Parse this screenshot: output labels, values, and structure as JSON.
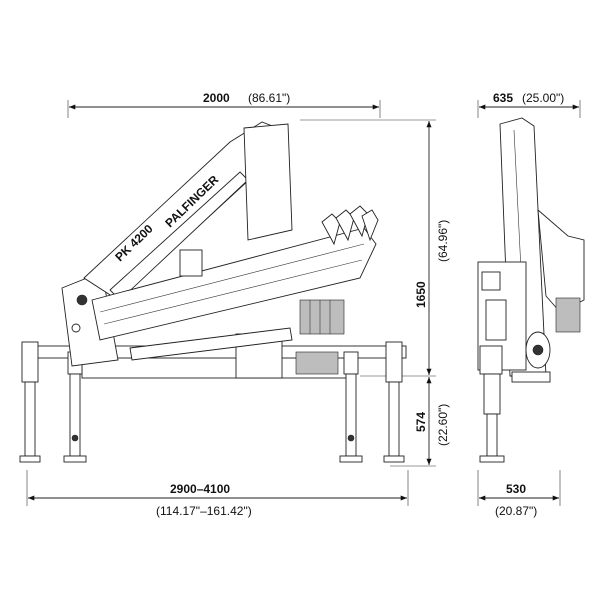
{
  "dimensions": {
    "boom_reach": {
      "value": "2000",
      "imperial": "(86.61\")"
    },
    "side_top_width": {
      "value": "635",
      "imperial": "(25.00\")"
    },
    "height_upper": {
      "value": "1650",
      "imperial": "(64.96\")"
    },
    "height_lower": {
      "value": "574",
      "imperial": "(22.60\")"
    },
    "outrigger_span": {
      "value": "2900–4100",
      "imperial": "(114.17\"–161.42\")"
    },
    "side_base_width": {
      "value": "530",
      "imperial": "(20.87\")"
    }
  },
  "labels": {
    "model": "PK 4200",
    "brand": "PALFINGER"
  }
}
